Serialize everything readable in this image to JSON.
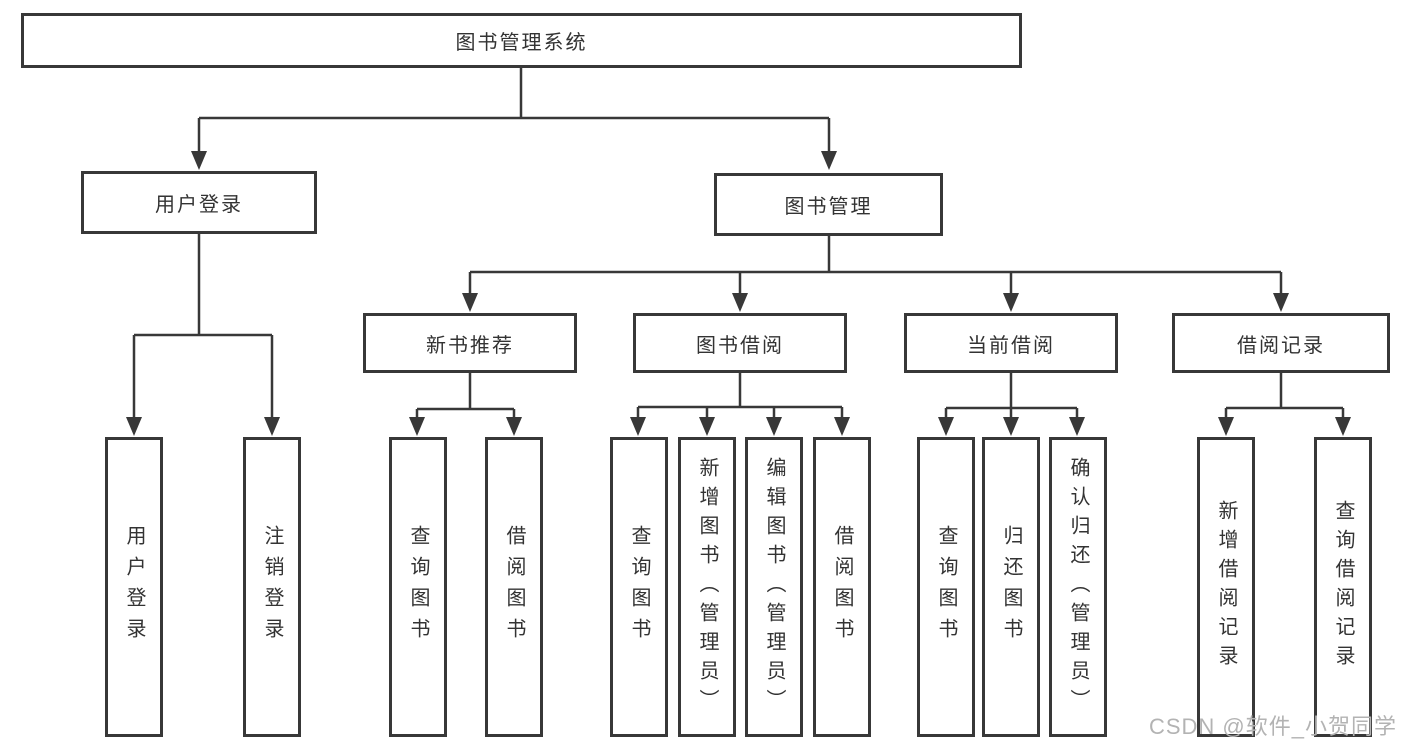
{
  "page": {
    "background": "#ffffff",
    "line_color": "#383838",
    "box_border_color": "#383838",
    "text_color": "#333333"
  },
  "diagram": {
    "root": {
      "label": "图书管理系统"
    },
    "level2": [
      {
        "label": "用户登录"
      },
      {
        "label": "图书管理"
      }
    ],
    "level3": [
      {
        "label": "新书推荐"
      },
      {
        "label": "图书借阅"
      },
      {
        "label": "当前借阅"
      },
      {
        "label": "借阅记录"
      }
    ],
    "leaves": [
      {
        "label": "用户登录"
      },
      {
        "label": "注销登录"
      },
      {
        "label": "查询图书"
      },
      {
        "label": "借阅图书"
      },
      {
        "label": "查询图书"
      },
      {
        "label": "新增图书（管理员）"
      },
      {
        "label": "编辑图书（管理员）"
      },
      {
        "label": "借阅图书"
      },
      {
        "label": "查询图书"
      },
      {
        "label": "归还图书"
      },
      {
        "label": "确认归还（管理员）"
      },
      {
        "label": "新增借阅记录"
      },
      {
        "label": "查询借阅记录"
      }
    ]
  },
  "watermark": {
    "text": "CSDN @软件_小贺同学",
    "color": "#b3b3b3"
  }
}
